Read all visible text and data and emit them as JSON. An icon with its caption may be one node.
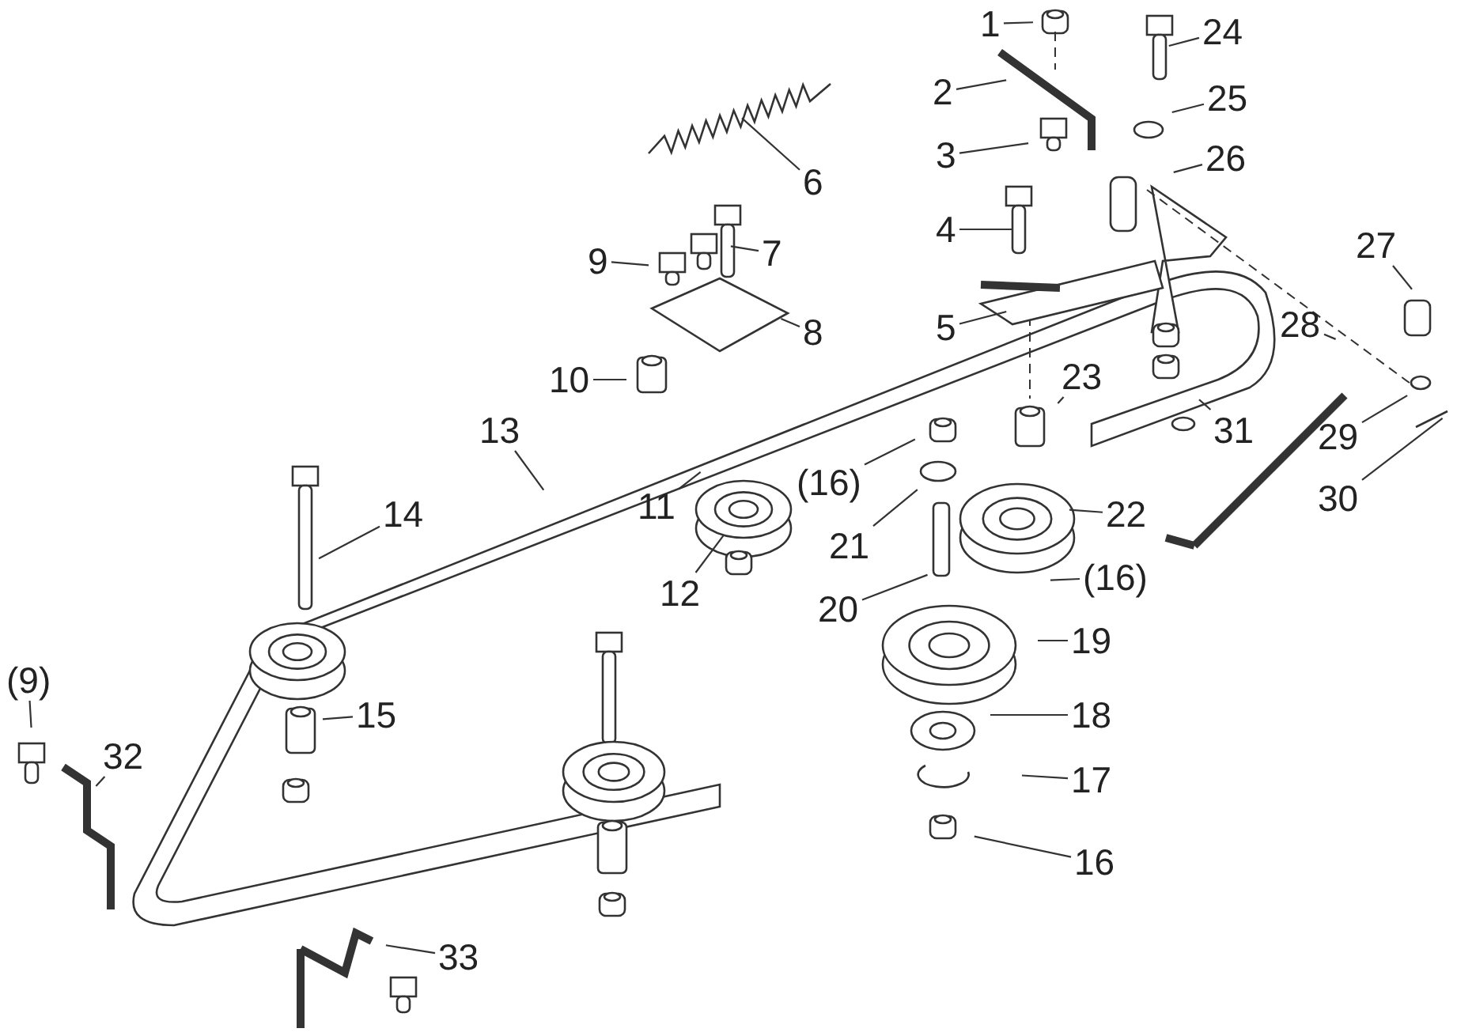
{
  "diagram": {
    "nodes": [
      {
        "text": [
          "1"
        ]
      },
      {
        "text": [
          "2"
        ]
      },
      {
        "text": [
          "3"
        ]
      },
      {
        "text": [
          "24"
        ]
      },
      {
        "text": [
          "25"
        ]
      },
      {
        "text": [
          "26"
        ]
      },
      {
        "text": [
          "6"
        ]
      },
      {
        "text": [
          "4"
        ]
      },
      {
        "text": [
          "7"
        ]
      },
      {
        "text": [
          "27"
        ]
      },
      {
        "text": [
          "9"
        ]
      },
      {
        "text": [
          "5"
        ]
      },
      {
        "text": [
          "8"
        ]
      },
      {
        "text": [
          "28"
        ]
      },
      {
        "text": [
          "10"
        ]
      },
      {
        "text": [
          "23"
        ]
      },
      {
        "text": [
          "13"
        ]
      },
      {
        "text": [
          "31"
        ]
      },
      {
        "text": [
          "29"
        ]
      },
      {
        "text": [
          "(16)"
        ]
      },
      {
        "text": [
          "11"
        ]
      },
      {
        "text": [
          "30"
        ]
      },
      {
        "text": [
          "22"
        ]
      },
      {
        "text": [
          "14"
        ]
      },
      {
        "text": [
          "21"
        ]
      },
      {
        "text": [
          "(16)"
        ]
      },
      {
        "text": [
          "12"
        ]
      },
      {
        "text": [
          "20"
        ]
      },
      {
        "text": [
          "19"
        ]
      },
      {
        "text": [
          "(9)"
        ]
      },
      {
        "text": [
          "15"
        ]
      },
      {
        "text": [
          "18"
        ]
      },
      {
        "text": [
          "32"
        ]
      },
      {
        "text": [
          "17"
        ]
      },
      {
        "text": [
          "16"
        ]
      },
      {
        "text": [
          "33"
        ]
      }
    ],
    "edges": [
      {
        "from": 0,
        "to": null,
        "arrow": "none"
      },
      {
        "from": 1,
        "to": null,
        "arrow": "none"
      },
      {
        "from": 2,
        "to": null,
        "arrow": "none"
      },
      {
        "from": 3,
        "to": null,
        "arrow": "none"
      },
      {
        "from": 4,
        "to": null,
        "arrow": "none"
      },
      {
        "from": 5,
        "to": null,
        "arrow": "none"
      },
      {
        "from": 6,
        "to": null,
        "arrow": "none"
      },
      {
        "from": 7,
        "to": null,
        "arrow": "none"
      },
      {
        "from": 8,
        "to": null,
        "arrow": "none"
      },
      {
        "from": 9,
        "to": null,
        "arrow": "none"
      },
      {
        "from": 10,
        "to": null,
        "arrow": "none"
      },
      {
        "from": 11,
        "to": null,
        "arrow": "none"
      },
      {
        "from": 12,
        "to": null,
        "arrow": "none"
      },
      {
        "from": 13,
        "to": null,
        "arrow": "none"
      },
      {
        "from": 14,
        "to": null,
        "arrow": "none"
      },
      {
        "from": 15,
        "to": null,
        "arrow": "none"
      },
      {
        "from": 16,
        "to": null,
        "arrow": "none"
      },
      {
        "from": 17,
        "to": null,
        "arrow": "none"
      },
      {
        "from": 18,
        "to": null,
        "arrow": "none"
      },
      {
        "from": 19,
        "to": null,
        "arrow": "none"
      },
      {
        "from": 20,
        "to": null,
        "arrow": "none"
      },
      {
        "from": 21,
        "to": null,
        "arrow": "none"
      },
      {
        "from": 22,
        "to": null,
        "arrow": "none"
      },
      {
        "from": 23,
        "to": null,
        "arrow": "none"
      },
      {
        "from": 24,
        "to": null,
        "arrow": "none"
      },
      {
        "from": 25,
        "to": null,
        "arrow": "none"
      },
      {
        "from": 26,
        "to": null,
        "arrow": "none"
      },
      {
        "from": 27,
        "to": null,
        "arrow": "none"
      },
      {
        "from": 28,
        "to": null,
        "arrow": "none"
      },
      {
        "from": 29,
        "to": null,
        "arrow": "none"
      },
      {
        "from": 30,
        "to": null,
        "arrow": "none"
      },
      {
        "from": 31,
        "to": null,
        "arrow": "none"
      },
      {
        "from": 32,
        "to": null,
        "arrow": "none"
      },
      {
        "from": 33,
        "to": null,
        "arrow": "none"
      },
      {
        "from": 34,
        "to": null,
        "arrow": "none"
      },
      {
        "from": 35,
        "to": null,
        "arrow": "none"
      }
    ]
  }
}
